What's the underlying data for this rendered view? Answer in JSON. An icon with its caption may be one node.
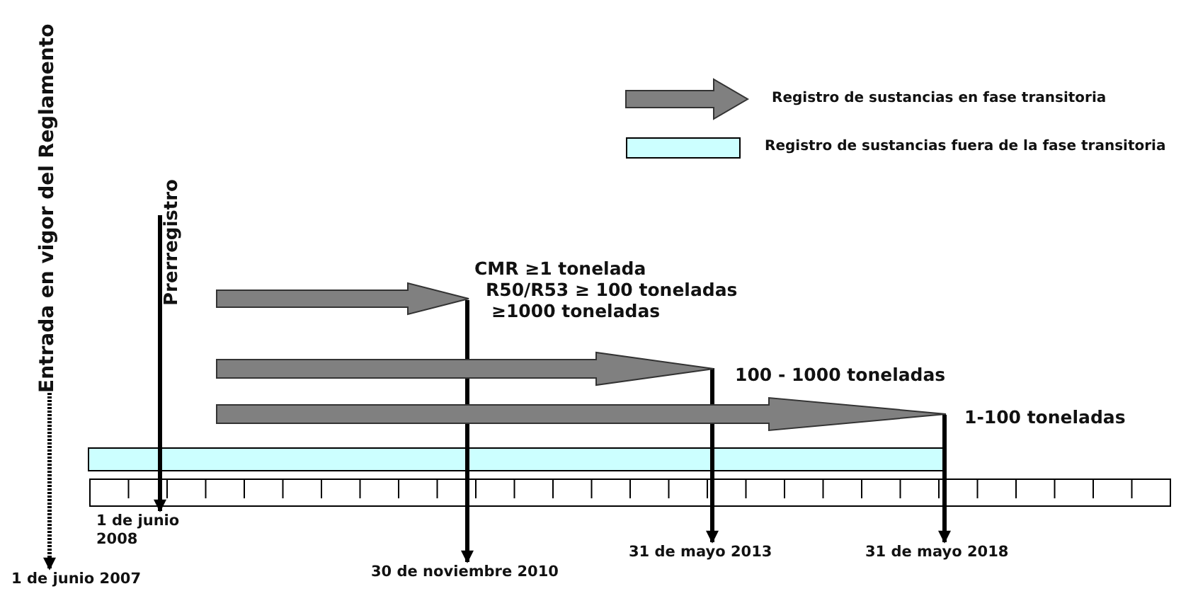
{
  "diagram": {
    "nodes": [
      {
        "text": [
          "Entrada en vigor del Reglamento"
        ]
      },
      {
        "text": [
          "1 de junio 2007"
        ]
      },
      {
        "text": [
          "Prerregistro"
        ]
      },
      {
        "text": [
          "1 de junio 2008"
        ]
      },
      {
        "text": [
          "CMR ≥1 tonelada",
          "R50/R53 ≥ 100 toneladas",
          "≥1000 toneladas"
        ]
      },
      {
        "text": [
          "30 de noviembre 2010"
        ]
      },
      {
        "text": [
          "100 - 1000 toneladas"
        ]
      },
      {
        "text": [
          "31 de mayo 2013"
        ]
      },
      {
        "text": [
          "1-100 toneladas"
        ]
      },
      {
        "text": [
          "31 de mayo 2018"
        ]
      }
    ],
    "edges": [
      {
        "from": 0,
        "to": 1,
        "arrow": "to",
        "style": "dashed"
      },
      {
        "from": 2,
        "to": 3,
        "arrow": "to"
      },
      {
        "from": 4,
        "to": 5,
        "arrow": "to"
      },
      {
        "from": 6,
        "to": 7,
        "arrow": "to"
      },
      {
        "from": 8,
        "to": 9,
        "arrow": "to"
      },
      {
        "from": null,
        "to": 4,
        "arrow": "to",
        "style": "thick",
        "color": "#808080"
      },
      {
        "from": null,
        "to": 6,
        "arrow": "to",
        "style": "thick",
        "color": "#808080"
      },
      {
        "from": null,
        "to": 8,
        "arrow": "to",
        "style": "thick",
        "color": "#808080"
      }
    ],
    "legend": [
      {
        "text": "Registro de sustancias en fase  transitoria"
      },
      {
        "text": "Registro de sustancias fuera de la  fase  transitoria",
        "color": "#ccffff"
      }
    ]
  }
}
